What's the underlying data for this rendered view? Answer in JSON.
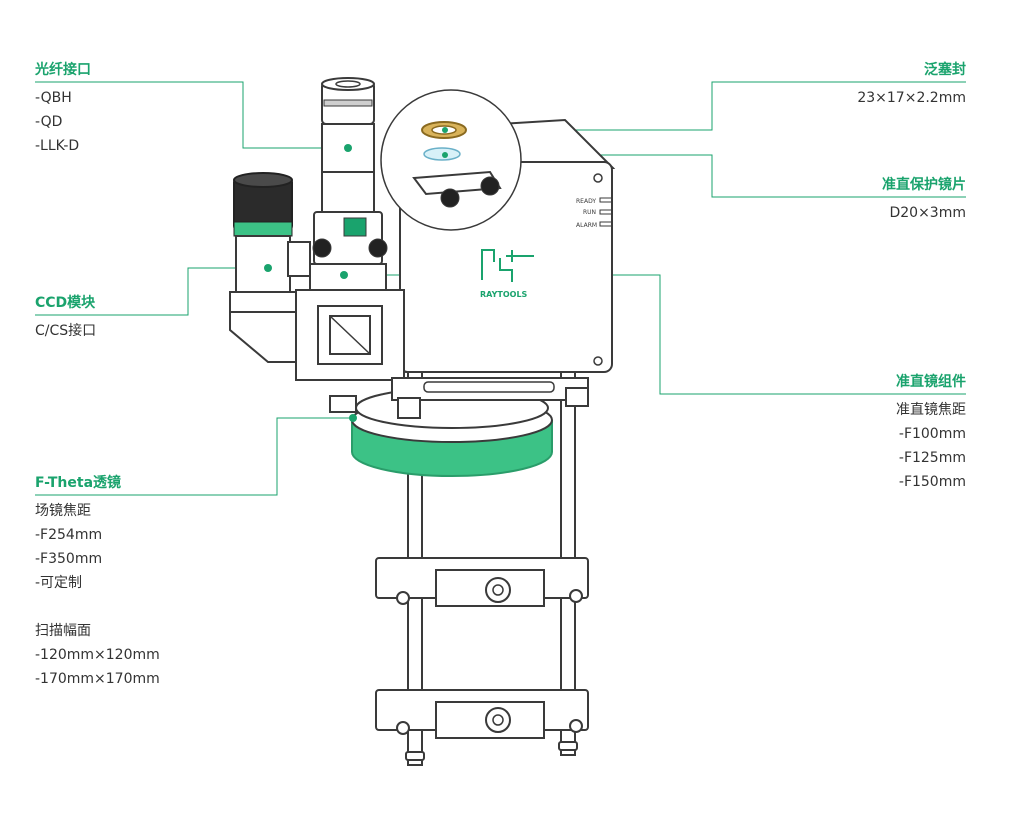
{
  "colors": {
    "accent": "#1aa36d",
    "text": "#333333",
    "outline": "#3a3a3a",
    "green_band": "#3cc286"
  },
  "labels": {
    "fiber": {
      "title": "光纤接口",
      "lines": [
        "-QBH",
        "-QD",
        "-LLK-D"
      ]
    },
    "ccd": {
      "title": "CCD模块",
      "lines": [
        "C/CS接口"
      ]
    },
    "ftheta": {
      "title": "F-Theta透镜",
      "lines": [
        "场镜焦距",
        "-F254mm",
        "-F350mm",
        "-可定制",
        "",
        "扫描幅面",
        "-120mm×120mm",
        "-170mm×170mm"
      ]
    },
    "seal": {
      "title": "泛塞封",
      "lines": [
        "23×17×2.2mm"
      ]
    },
    "protect": {
      "title": "准直保护镜片",
      "lines": [
        "D20×3mm"
      ]
    },
    "collimator": {
      "title": "准直镜组件",
      "lines": [
        "准直镜焦距",
        "-F100mm",
        "-F125mm",
        "-F150mm"
      ]
    }
  },
  "device": {
    "panel_texts": [
      "READY",
      "RUN",
      "ALARM"
    ],
    "brand": "RAYTOOLS"
  }
}
